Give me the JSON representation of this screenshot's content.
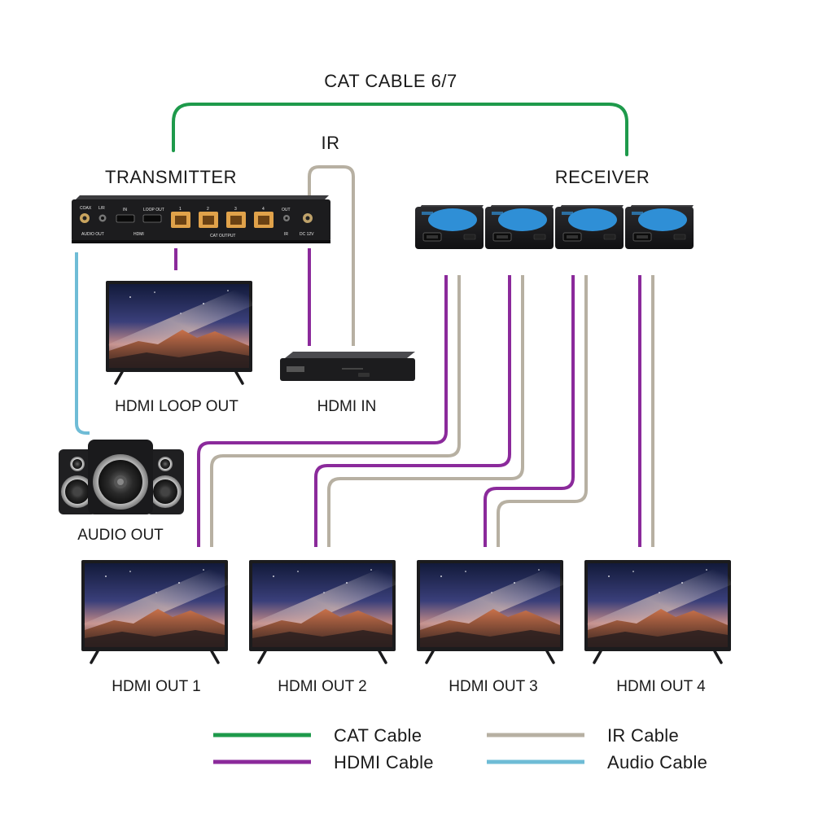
{
  "title": "CAT CABLE 6/7",
  "labels": {
    "ir": "IR",
    "transmitter": "TRANSMITTER",
    "receiver": "RECEIVER",
    "hdmi_loop_out": "HDMI LOOP OUT",
    "hdmi_in": "HDMI IN",
    "audio_out": "AUDIO OUT",
    "outputs": [
      "HDMI OUT 1",
      "HDMI OUT 2",
      "HDMI OUT 3",
      "HDMI OUT 4"
    ]
  },
  "transmitter_panel": {
    "coax": "COAX",
    "lr": "L/R",
    "in": "IN",
    "loop_out": "LOOP OUT",
    "audio_out": "AUDIO OUT",
    "hdmi": "HDMI",
    "cat_output": "CAT OUTPUT",
    "port_numbers": [
      "1",
      "2",
      "3",
      "4"
    ],
    "ir_out": "OUT",
    "ir": "IR",
    "dc": "DC 12V"
  },
  "legend": [
    {
      "label": "CAT Cable",
      "color": "#1e9a4b"
    },
    {
      "label": "HDMI Cable",
      "color": "#8b2a9b"
    },
    {
      "label": "IR Cable",
      "color": "#b7b0a2"
    },
    {
      "label": "Audio Cable",
      "color": "#6fbcd6"
    }
  ],
  "colors": {
    "cat": "#1e9a4b",
    "hdmi": "#8b2a9b",
    "ir": "#b7b0a2",
    "audio": "#6fbcd6",
    "device": "#1c1c1e",
    "receiver_accent": "#2f8fd6",
    "port": "#e0a24a"
  }
}
